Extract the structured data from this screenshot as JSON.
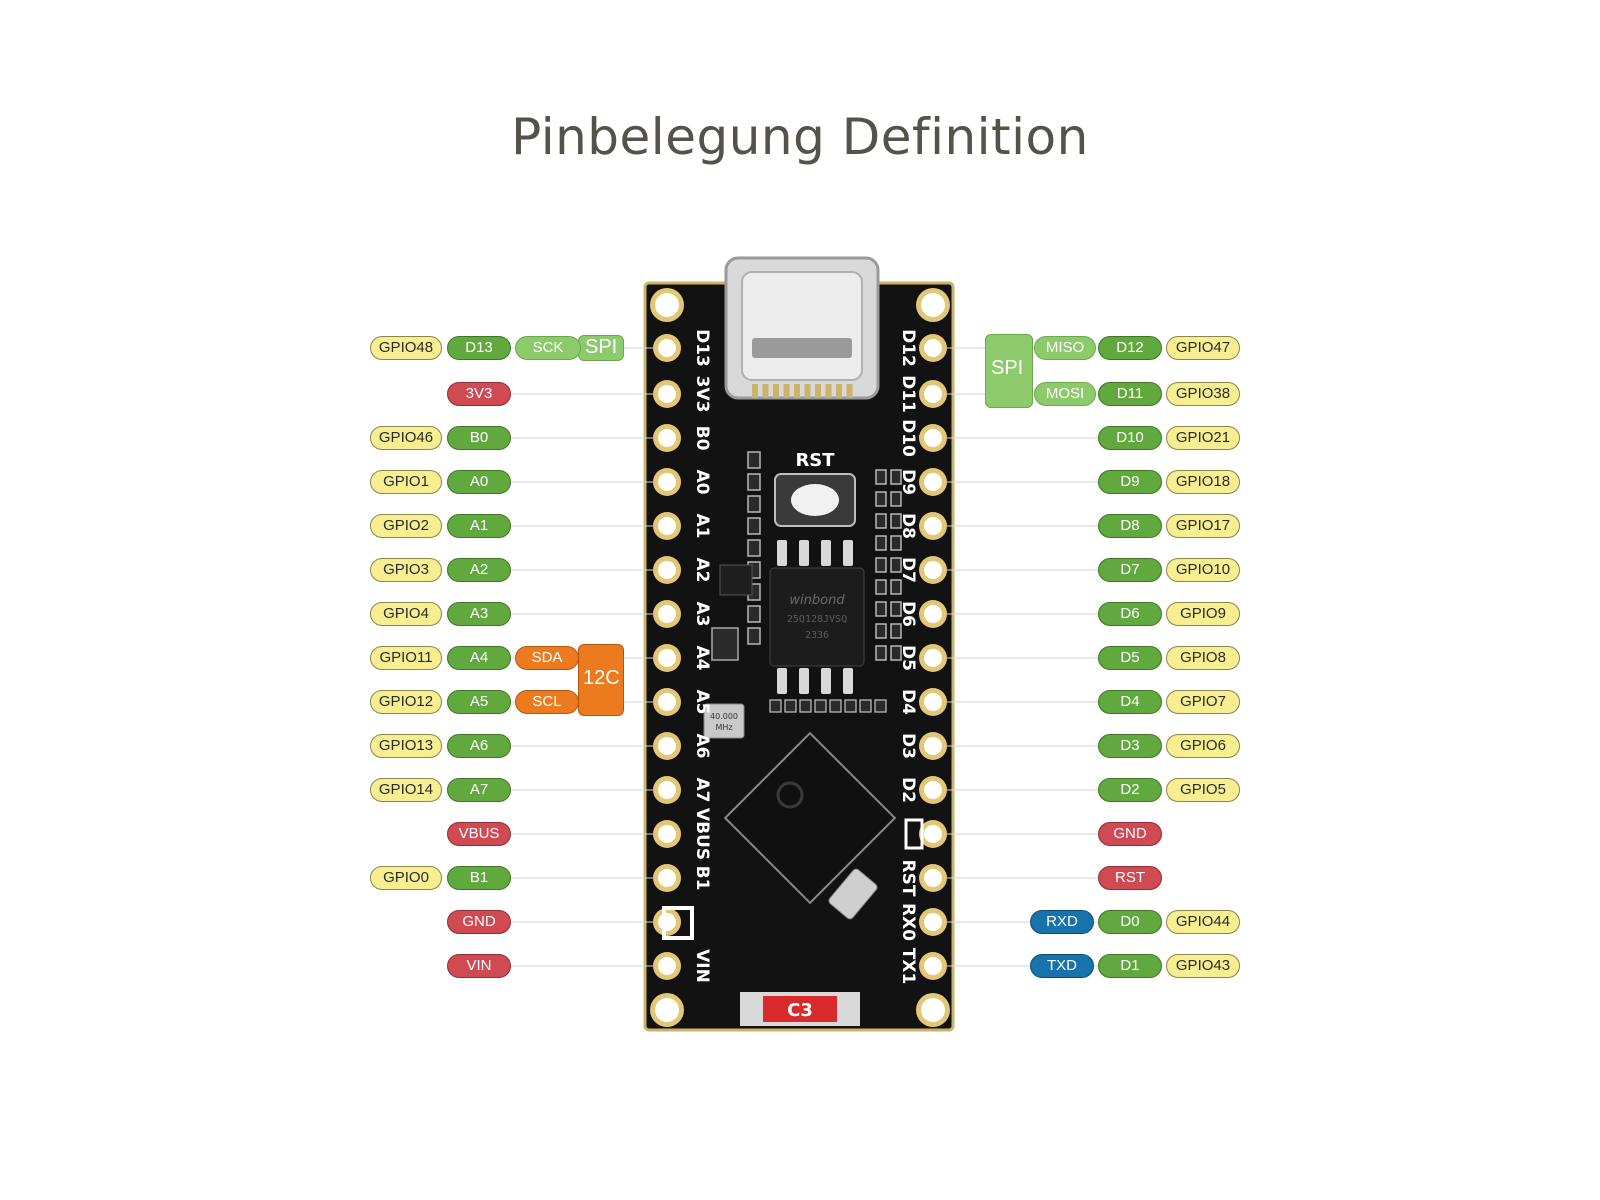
{
  "title": "Pinbelegung Definition",
  "colors": {
    "gpio": "#f6ee91",
    "digital": "#61a93e",
    "power": "#cf4a53",
    "spi": "#8cca6b",
    "i2c": "#ec7a1f",
    "uart": "#1873ad",
    "pcb": "#121212",
    "pad": "#e2c777"
  },
  "board": {
    "left_silk": [
      "D13",
      "3V3",
      "B0",
      "A0",
      "A1",
      "A2",
      "A3",
      "A4",
      "A5",
      "A6",
      "A7",
      "VBUS",
      "B1",
      "",
      "VIN"
    ],
    "right_silk": [
      "D12",
      "D11",
      "D10",
      "D9",
      "D8",
      "D7",
      "D6",
      "D5",
      "D4",
      "D3",
      "D2",
      "",
      "RST",
      "RX0",
      "TX1"
    ],
    "reset_label": "RST",
    "flash_brand": "winbond",
    "flash_part": "25Q128JVSQ",
    "flash_code": "2336",
    "crystal_label": "40.000",
    "crystal_unit": "MHz",
    "model_label": "C3"
  },
  "groups": {
    "left_spi": "SPI",
    "right_spi": "SPI",
    "i2c": "12C"
  },
  "left_pins": [
    {
      "labels": [
        {
          "t": "GPIO48",
          "c": "gpio"
        },
        {
          "t": "D13",
          "c": "dig"
        },
        {
          "t": "SCK",
          "c": "spi"
        }
      ]
    },
    {
      "labels": [
        {
          "t": "3V3",
          "c": "pwr"
        }
      ]
    },
    {
      "labels": [
        {
          "t": "GPIO46",
          "c": "gpio"
        },
        {
          "t": "B0",
          "c": "dig"
        }
      ]
    },
    {
      "labels": [
        {
          "t": "GPIO1",
          "c": "gpio"
        },
        {
          "t": "A0",
          "c": "dig"
        }
      ]
    },
    {
      "labels": [
        {
          "t": "GPIO2",
          "c": "gpio"
        },
        {
          "t": "A1",
          "c": "dig"
        }
      ]
    },
    {
      "labels": [
        {
          "t": "GPIO3",
          "c": "gpio"
        },
        {
          "t": "A2",
          "c": "dig"
        }
      ]
    },
    {
      "labels": [
        {
          "t": "GPIO4",
          "c": "gpio"
        },
        {
          "t": "A3",
          "c": "dig"
        }
      ]
    },
    {
      "labels": [
        {
          "t": "GPIO11",
          "c": "gpio"
        },
        {
          "t": "A4",
          "c": "dig"
        },
        {
          "t": "SDA",
          "c": "i2c"
        }
      ]
    },
    {
      "labels": [
        {
          "t": "GPIO12",
          "c": "gpio"
        },
        {
          "t": "A5",
          "c": "dig"
        },
        {
          "t": "SCL",
          "c": "i2c"
        }
      ]
    },
    {
      "labels": [
        {
          "t": "GPIO13",
          "c": "gpio"
        },
        {
          "t": "A6",
          "c": "dig"
        }
      ]
    },
    {
      "labels": [
        {
          "t": "GPIO14",
          "c": "gpio"
        },
        {
          "t": "A7",
          "c": "dig"
        }
      ]
    },
    {
      "labels": [
        {
          "t": "VBUS",
          "c": "pwr"
        }
      ]
    },
    {
      "labels": [
        {
          "t": "GPIO0",
          "c": "gpio"
        },
        {
          "t": "B1",
          "c": "dig"
        }
      ]
    },
    {
      "labels": [
        {
          "t": "GND",
          "c": "pwr"
        }
      ]
    },
    {
      "labels": [
        {
          "t": "VIN",
          "c": "pwr"
        }
      ]
    }
  ],
  "right_pins": [
    {
      "labels": [
        {
          "t": "MISO",
          "c": "spi"
        },
        {
          "t": "D12",
          "c": "dig"
        },
        {
          "t": "GPIO47",
          "c": "gpio"
        }
      ]
    },
    {
      "labels": [
        {
          "t": "MOSI",
          "c": "spi"
        },
        {
          "t": "D11",
          "c": "dig"
        },
        {
          "t": "GPIO38",
          "c": "gpio"
        }
      ]
    },
    {
      "labels": [
        {
          "t": "D10",
          "c": "dig"
        },
        {
          "t": "GPIO21",
          "c": "gpio"
        }
      ]
    },
    {
      "labels": [
        {
          "t": "D9",
          "c": "dig"
        },
        {
          "t": "GPIO18",
          "c": "gpio"
        }
      ]
    },
    {
      "labels": [
        {
          "t": "D8",
          "c": "dig"
        },
        {
          "t": "GPIO17",
          "c": "gpio"
        }
      ]
    },
    {
      "labels": [
        {
          "t": "D7",
          "c": "dig"
        },
        {
          "t": "GPIO10",
          "c": "gpio"
        }
      ]
    },
    {
      "labels": [
        {
          "t": "D6",
          "c": "dig"
        },
        {
          "t": "GPIO9",
          "c": "gpio"
        }
      ]
    },
    {
      "labels": [
        {
          "t": "D5",
          "c": "dig"
        },
        {
          "t": "GPIO8",
          "c": "gpio"
        }
      ]
    },
    {
      "labels": [
        {
          "t": "D4",
          "c": "dig"
        },
        {
          "t": "GPIO7",
          "c": "gpio"
        }
      ]
    },
    {
      "labels": [
        {
          "t": "D3",
          "c": "dig"
        },
        {
          "t": "GPIO6",
          "c": "gpio"
        }
      ]
    },
    {
      "labels": [
        {
          "t": "D2",
          "c": "dig"
        },
        {
          "t": "GPIO5",
          "c": "gpio"
        }
      ]
    },
    {
      "labels": [
        {
          "t": "GND",
          "c": "pwr"
        }
      ]
    },
    {
      "labels": [
        {
          "t": "RST",
          "c": "pwr"
        }
      ]
    },
    {
      "labels": [
        {
          "t": "RXD",
          "c": "uart"
        },
        {
          "t": "D0",
          "c": "dig"
        },
        {
          "t": "GPIO44",
          "c": "gpio"
        }
      ]
    },
    {
      "labels": [
        {
          "t": "TXD",
          "c": "uart"
        },
        {
          "t": "D1",
          "c": "dig"
        },
        {
          "t": "GPIO43",
          "c": "gpio"
        }
      ]
    }
  ]
}
